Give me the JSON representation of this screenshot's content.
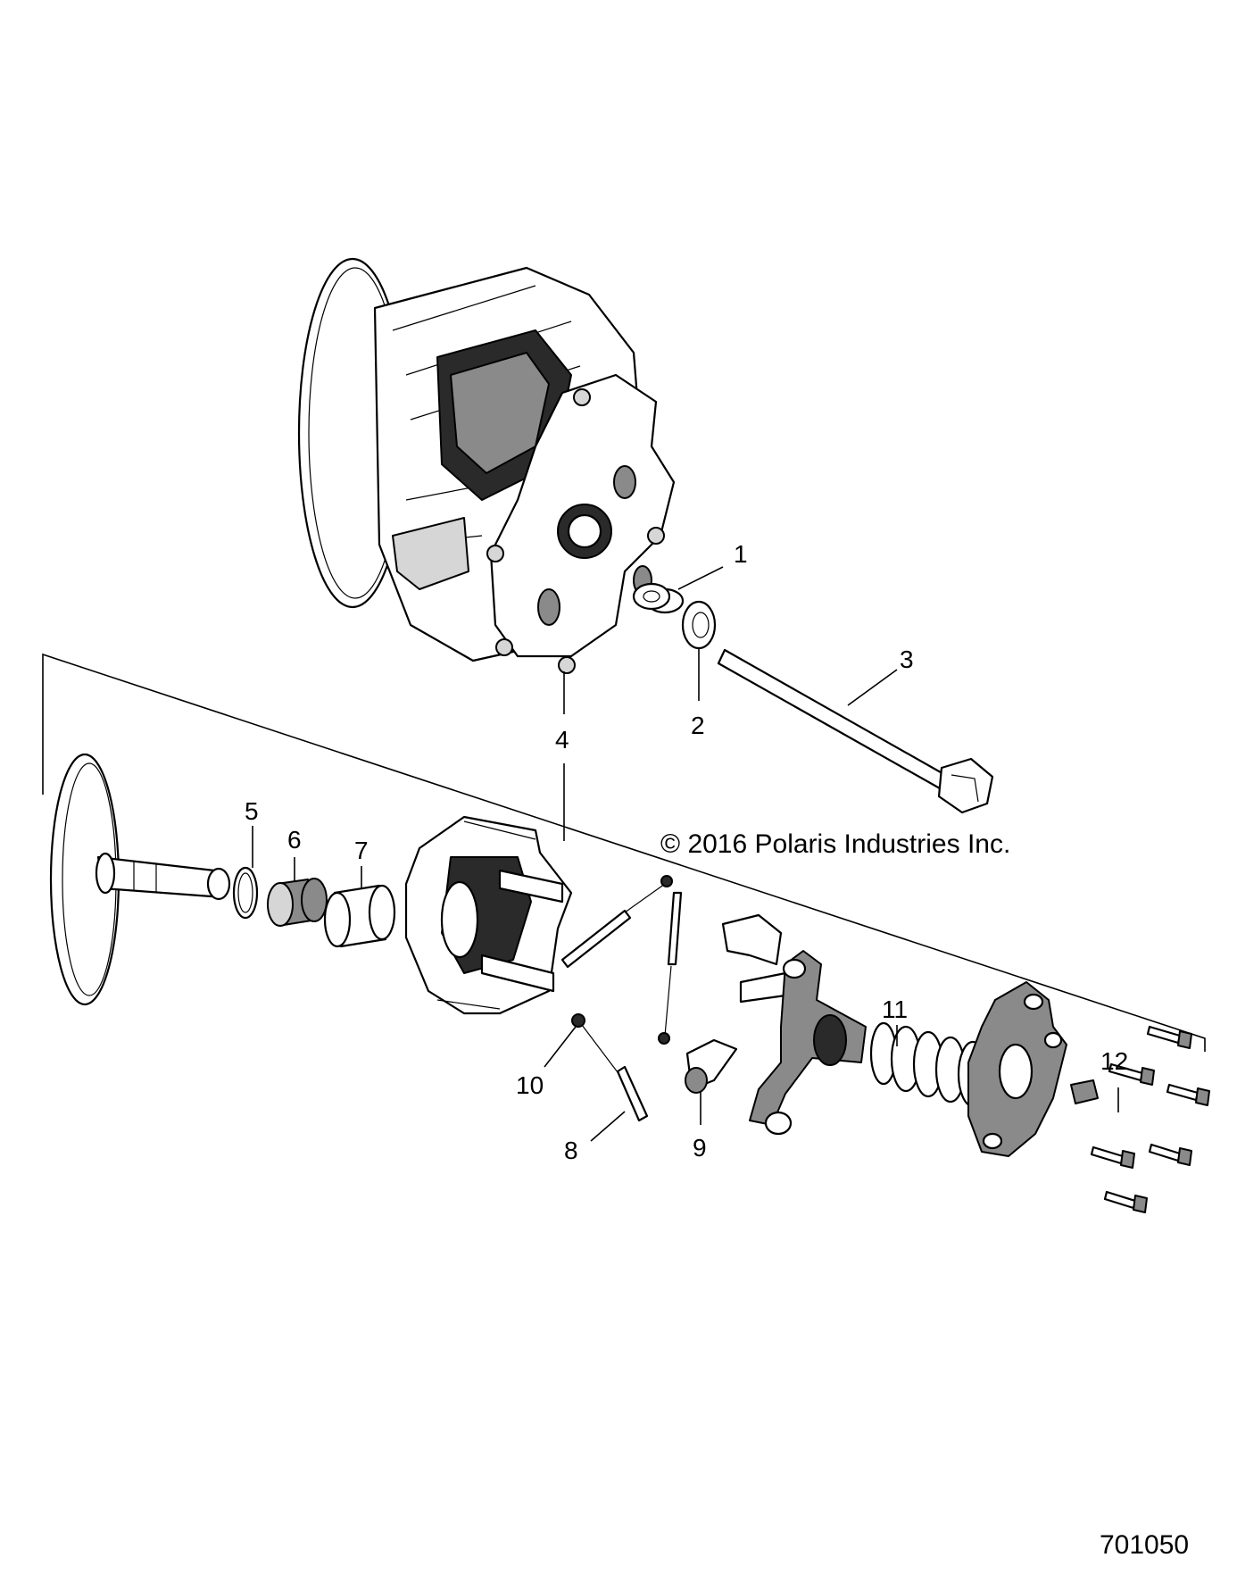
{
  "callouts": [
    {
      "id": "1",
      "label": "1"
    },
    {
      "id": "2",
      "label": "2"
    },
    {
      "id": "3",
      "label": "3"
    },
    {
      "id": "4",
      "label": "4"
    },
    {
      "id": "5",
      "label": "5"
    },
    {
      "id": "6",
      "label": "6"
    },
    {
      "id": "7",
      "label": "7"
    },
    {
      "id": "8",
      "label": "8"
    },
    {
      "id": "9",
      "label": "9"
    },
    {
      "id": "10",
      "label": "10"
    },
    {
      "id": "11",
      "label": "11"
    },
    {
      "id": "12",
      "label": "12"
    }
  ],
  "copyright": "© 2016 Polaris Industries Inc.",
  "document_number": "701050"
}
